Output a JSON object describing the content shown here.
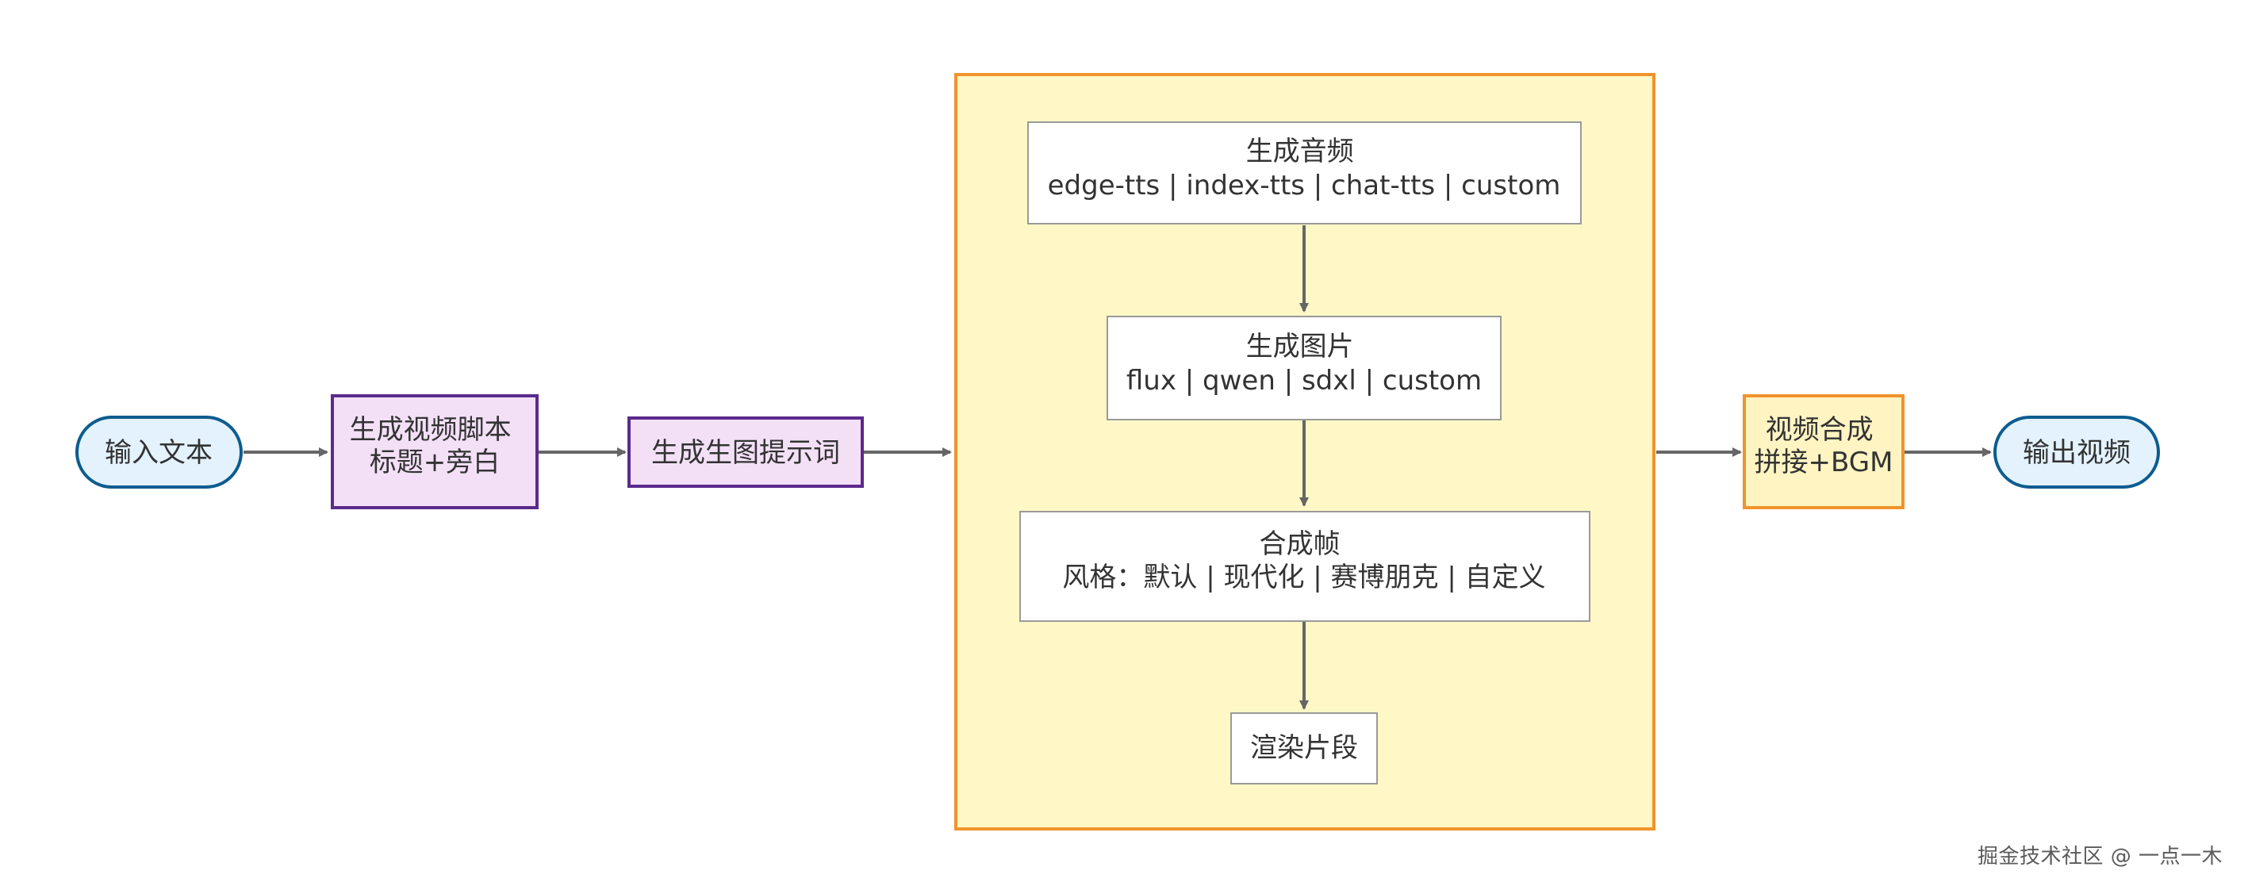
{
  "nodes": {
    "input_text": {
      "lines": [
        "输入文本"
      ]
    },
    "gen_script": {
      "lines": [
        "生成视频脚本",
        "标题+旁白"
      ]
    },
    "gen_prompt": {
      "lines": [
        "生成生图提示词"
      ]
    },
    "gen_audio": {
      "lines": [
        "生成音频",
        "edge-tts | index-tts | chat-tts | custom"
      ]
    },
    "gen_image": {
      "lines": [
        "生成图片",
        "flux | qwen | sdxl | custom"
      ]
    },
    "compose_frame": {
      "lines": [
        "合成帧",
        "风格：默认 | 现代化 | 赛博朋克 | 自定义"
      ]
    },
    "render_clip": {
      "lines": [
        "渲染片段"
      ]
    },
    "video_compose": {
      "lines": [
        "视频合成",
        "拼接+BGM"
      ]
    },
    "output_video": {
      "lines": [
        "输出视频"
      ]
    }
  },
  "colors": {
    "terminal_fill": "#e3f2fd",
    "terminal_stroke": "#0d5c8e",
    "process_fill": "#f3e0f7",
    "process_stroke": "#5b2a8c",
    "subgraph_fill": "#fff8c6",
    "subgraph_stroke": "#f0932b",
    "inner_fill": "#ffffff",
    "inner_stroke": "#9a9a9a",
    "compose_fill": "#fff4c2",
    "compose_stroke": "#f0932b",
    "edge": "#666666"
  },
  "watermark": "掘金技术社区 @ 一点一木"
}
